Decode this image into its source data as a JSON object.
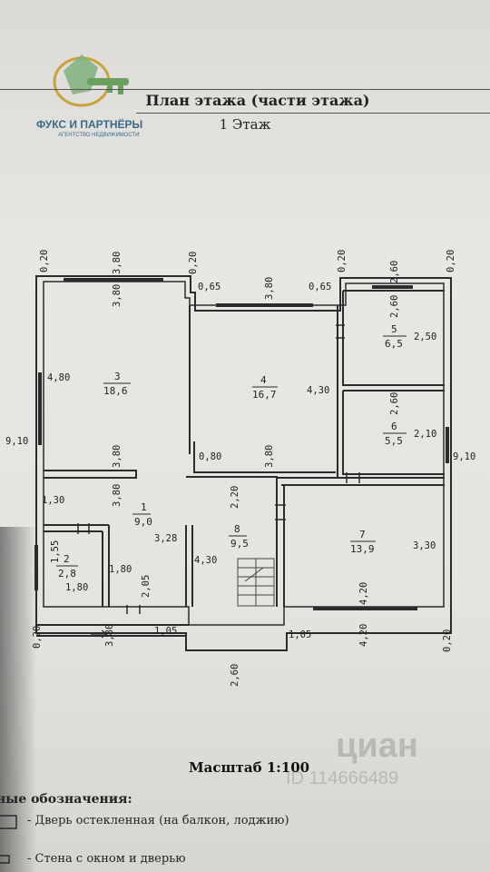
{
  "header": {
    "title": "План этажа (части этажа)",
    "floor": "1 Этаж",
    "logo_name": "ФУКС И ПАРТНЁРЫ",
    "logo_sub": "АГЕНТСТВО НЕДВИЖИМОСТИ"
  },
  "rooms": [
    {
      "number": "3",
      "area": "18,6"
    },
    {
      "number": "4",
      "area": "16,7"
    },
    {
      "number": "5",
      "area": "6,5"
    },
    {
      "number": "6",
      "area": "5,5"
    },
    {
      "number": "1",
      "area": "9,0"
    },
    {
      "number": "8",
      "area": "9,5"
    },
    {
      "number": "7",
      "area": "13,9"
    },
    {
      "number": "2",
      "area": "2,8"
    }
  ],
  "dimensions": {
    "top": [
      "0,20",
      "3,80",
      "0,20",
      "0,65",
      "3,80",
      "0,65",
      "0,20",
      "2,60",
      "0,20"
    ],
    "room3": [
      "3,80",
      "4,80",
      "3,80"
    ],
    "room4": [
      "4,30",
      "0,80",
      "3,80"
    ],
    "room5": [
      "2,60",
      "2,50"
    ],
    "room6": [
      "2,60",
      "2,10"
    ],
    "outer": [
      "9,10",
      "9,10"
    ],
    "room1": [
      "1,30",
      "3,80",
      "3,28",
      "2,20"
    ],
    "room2": [
      "1,55",
      "1,80"
    ],
    "hall": [
      "1,80",
      "2,05"
    ],
    "room8": [
      "4,30"
    ],
    "room7": [
      "3,30",
      "4,20"
    ],
    "bottom": [
      "0,20",
      "3,80",
      "1,05",
      "2,60",
      "1,05",
      "4,20",
      "0,20"
    ]
  },
  "scale": "Масштаб 1:100",
  "legend": {
    "heading": "ные обозначения:",
    "items": [
      "- Дверь остекленная (на балкон, лоджию)",
      "- Стена с окном и дверью"
    ]
  },
  "watermark": {
    "brand": "циан",
    "id": "ID 114666489"
  },
  "colors": {
    "paper": "#e4e3df",
    "ink": "#2b2b2b",
    "logo": "#3a6a8a"
  }
}
